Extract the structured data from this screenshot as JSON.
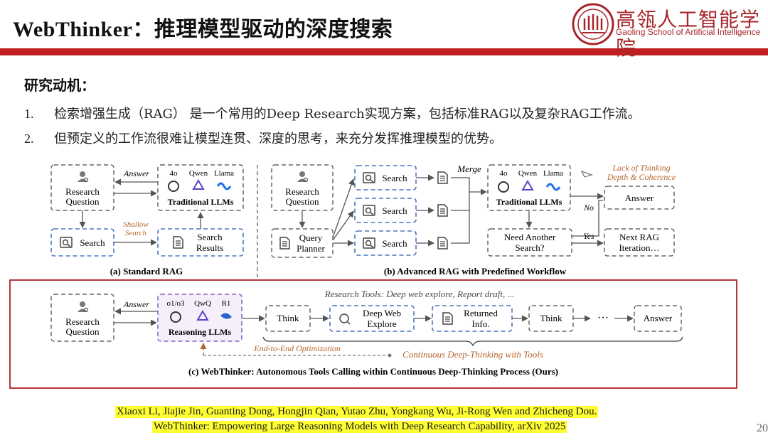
{
  "header": {
    "title": "WebThinker：推理模型驱动的深度搜索",
    "school_cn": "高瓴人工智能学院",
    "school_en": "Gaoling School of Artificial Intelligence"
  },
  "motivation": {
    "heading": "研究动机：",
    "items": [
      {
        "num": "1.",
        "text": "检索增强生成（RAG） 是一个常用的Deep Research实现方案，包括标准RAG以及复杂RAG工作流。"
      },
      {
        "num": "2.",
        "text": "但预定义的工作流很难让模型连贯、深度的思考，来充分发挥推理模型的优势。"
      }
    ]
  },
  "diagram": {
    "a": {
      "research_question": [
        "Research",
        "Question"
      ],
      "answer": "Answer",
      "models": [
        "4o",
        "Qwen",
        "Llama"
      ],
      "llm_label": "Traditional LLMs",
      "shallow": [
        "Shallow",
        "Search"
      ],
      "search": "Search",
      "results": [
        "Search",
        "Results"
      ],
      "caption": "(a) Standard RAG"
    },
    "b": {
      "research_question": [
        "Research",
        "Question"
      ],
      "planner": [
        "Query",
        "Planner"
      ],
      "search": "Search",
      "merge": "Merge",
      "models": [
        "4o",
        "Qwen",
        "Llama"
      ],
      "llm_label": "Traditional LLMs",
      "lack": [
        "Lack of Thinking",
        "Depth & Coherence"
      ],
      "answer": "Answer",
      "no": "No",
      "yes": "Yes",
      "need": [
        "Need Another",
        "Search?"
      ],
      "next": [
        "Next RAG",
        "Iteration…"
      ],
      "caption": "(b) Advanced RAG with Predefined Workflow"
    },
    "c": {
      "research_question": [
        "Research",
        "Question"
      ],
      "answer_back": "Answer",
      "models": [
        "o1/o3",
        "QwQ",
        "R1"
      ],
      "llm_label": "Reasoning LLMs",
      "tools": "Research Tools: Deep web explore, Report draft, ...",
      "think": "Think",
      "explore": [
        "Deep Web",
        "Explore"
      ],
      "returned": [
        "Returned",
        "Info."
      ],
      "dots": "···",
      "answer": "Answer",
      "e2e": "End-to-End Optimization",
      "continuous": "Continuous Deep-Thinking with Tools",
      "caption": "(c) WebThinker: Autonomous Tools Calling within Continuous Deep-Thinking Process (Ours)"
    }
  },
  "citation": {
    "line1": "Xiaoxi Li, Jiajie Jin, Guanting Dong, Hongjin Qian, Yutao Zhu, Yongkang Wu, Ji-Rong Wen and Zhicheng Dou.",
    "line2": "WebThinker: Empowering Large Reasoning Models with Deep Research Capability, arXiv 2025"
  },
  "page_number": "20",
  "colors": {
    "brand_red": "#c11f1f",
    "blue_dash": "#4a76c0",
    "gray_dash": "#666666",
    "purple_dash": "#8a63c7",
    "orange_text": "#b5652a",
    "frame_red": "#b02020",
    "highlight": "#ffff33"
  }
}
